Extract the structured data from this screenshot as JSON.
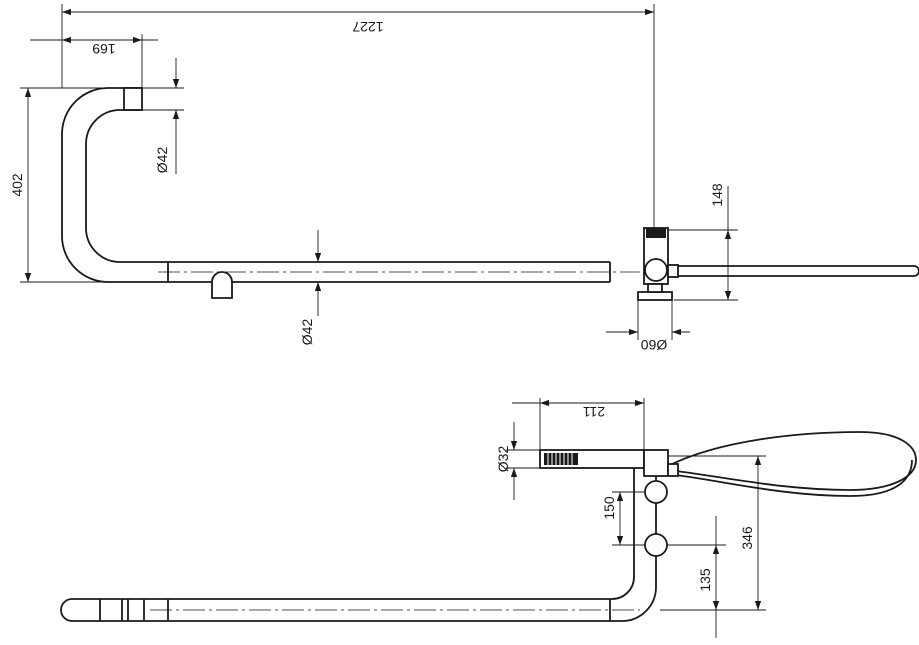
{
  "top_view": {
    "dim_total_length": "1227",
    "dim_outlet_length": "169",
    "dim_pipe_diameter_upper": "Ø42",
    "dim_height": "402",
    "dim_pipe_diameter_lower": "Ø42",
    "dim_mixer_height": "148",
    "dim_mixer_base": "Ø60"
  },
  "front_view": {
    "dim_handshower_length": "211",
    "dim_handshower_diameter": "Ø32",
    "dim_mixer_spacing": "150",
    "dim_overall_height": "346",
    "dim_pipe_offset": "135"
  }
}
